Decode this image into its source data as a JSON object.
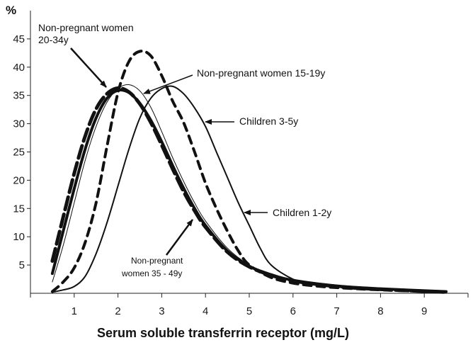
{
  "chart_data": {
    "type": "line",
    "xlabel": "Serum soluble transferrin receptor (mg/L)",
    "ylabel": "%",
    "xlim": [
      0,
      10
    ],
    "ylim": [
      0,
      50
    ],
    "xticks": [
      1,
      2,
      3,
      4,
      5,
      6,
      7,
      8,
      9
    ],
    "yticks": [
      5,
      10,
      15,
      20,
      25,
      30,
      35,
      40,
      45
    ],
    "grid": false,
    "series": [
      {
        "name": "Non-pregnant women 20-34y",
        "style": "long-dash-thick",
        "x": [
          0.5,
          0.75,
          1.0,
          1.25,
          1.5,
          1.75,
          2.0,
          2.25,
          2.5,
          2.75,
          3.0,
          3.25,
          3.5,
          3.75,
          4.0,
          4.5,
          5.0,
          5.5,
          6.0,
          7.0,
          8.0,
          9.5
        ],
        "y": [
          5.7,
          13.5,
          21.2,
          27.8,
          32.6,
          35.3,
          36.3,
          35.6,
          33.5,
          30.2,
          26.2,
          22.0,
          18.0,
          14.6,
          11.7,
          7.3,
          4.7,
          3.2,
          2.2,
          1.2,
          0.7,
          0.2
        ]
      },
      {
        "name": "Non-pregnant women 15-19y",
        "style": "thin-solid",
        "x": [
          0.5,
          0.75,
          1.0,
          1.25,
          1.5,
          1.75,
          2.0,
          2.25,
          2.5,
          2.75,
          3.0,
          3.25,
          3.5,
          3.75,
          4.0,
          4.5,
          5.0,
          5.5,
          6.0,
          7.0,
          8.0,
          9.5
        ],
        "y": [
          2.0,
          8.5,
          16.0,
          23.5,
          29.5,
          33.8,
          36.2,
          36.9,
          35.8,
          32.9,
          28.6,
          24.0,
          19.8,
          16.0,
          12.8,
          8.0,
          5.0,
          3.3,
          2.2,
          1.2,
          0.7,
          0.2
        ]
      },
      {
        "name": "Non-pregnant women 35 - 49y",
        "style": "thick-solid",
        "x": [
          0.5,
          0.75,
          1.0,
          1.25,
          1.5,
          1.75,
          2.0,
          2.25,
          2.5,
          2.75,
          3.0,
          3.25,
          3.5,
          3.75,
          4.0,
          4.5,
          5.0,
          5.5,
          6.0,
          7.0,
          8.0,
          9.5
        ],
        "y": [
          3.5,
          11.0,
          18.5,
          25.5,
          31.0,
          34.5,
          35.9,
          35.5,
          33.6,
          30.6,
          26.8,
          22.6,
          18.6,
          15.0,
          12.0,
          7.5,
          4.8,
          3.3,
          2.3,
          1.3,
          0.8,
          0.3
        ]
      },
      {
        "name": "Children 3-5y",
        "style": "short-dash-thick",
        "x": [
          0.5,
          0.75,
          1.0,
          1.25,
          1.5,
          1.75,
          2.0,
          2.25,
          2.5,
          2.75,
          3.0,
          3.25,
          3.5,
          3.75,
          4.0,
          4.25,
          4.5,
          4.75,
          5.0,
          5.5,
          6.0,
          6.5,
          7.0,
          8.0,
          9.5
        ],
        "y": [
          0.3,
          2.0,
          4.5,
          9.0,
          16.0,
          26.0,
          35.5,
          41.0,
          42.8,
          42.0,
          38.5,
          34.0,
          30.2,
          25.0,
          19.5,
          15.0,
          11.0,
          7.5,
          5.0,
          2.8,
          1.8,
          1.3,
          1.0,
          0.6,
          0.2
        ]
      },
      {
        "name": "Children 1-2y",
        "style": "solid",
        "x": [
          0.5,
          0.75,
          1.0,
          1.25,
          1.5,
          1.75,
          2.0,
          2.25,
          2.5,
          2.75,
          3.0,
          3.25,
          3.5,
          3.75,
          4.0,
          4.25,
          4.5,
          4.75,
          5.0,
          5.25,
          5.5,
          6.0,
          6.5,
          7.0,
          8.0,
          9.5
        ],
        "y": [
          0.2,
          0.6,
          1.2,
          3.0,
          7.0,
          12.5,
          19.0,
          25.5,
          31.0,
          34.5,
          36.2,
          36.6,
          35.3,
          32.8,
          29.5,
          25.0,
          20.5,
          16.0,
          12.0,
          8.0,
          5.0,
          2.5,
          1.5,
          1.1,
          0.7,
          0.3
        ]
      }
    ],
    "annotations": [
      {
        "text": "Non-pregnant women",
        "series": 0
      },
      {
        "text": "20-34y",
        "series": 0
      },
      {
        "text": "Non-pregnant women 15-19y",
        "series": 1
      },
      {
        "text": "Children 3-5y",
        "series": 3
      },
      {
        "text": "Children 1-2y",
        "series": 4
      },
      {
        "text": "Non-pregnant",
        "series": 2
      },
      {
        "text": "women 35 - 49y",
        "series": 2
      }
    ]
  }
}
